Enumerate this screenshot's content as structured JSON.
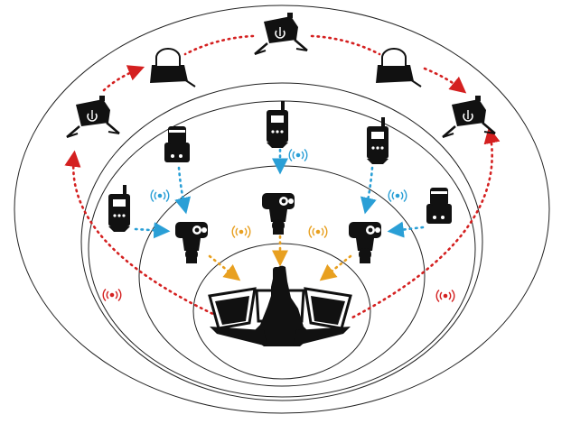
{
  "diagram": {
    "rings": [
      {
        "id": "outer",
        "label": ""
      },
      {
        "id": "middle",
        "label": ""
      },
      {
        "id": "inner",
        "label": ""
      },
      {
        "id": "core",
        "label": ""
      }
    ],
    "devices": [
      {
        "id": "ptz-outer-top",
        "icon": "ptz-camera-icon",
        "ring": "outer"
      },
      {
        "id": "ptz-outer-left",
        "icon": "ptz-camera-icon",
        "ring": "outer"
      },
      {
        "id": "ptz-outer-right",
        "icon": "ptz-camera-icon",
        "ring": "outer"
      },
      {
        "id": "beacon-outer-left",
        "icon": "beacon-sensor-icon",
        "ring": "outer"
      },
      {
        "id": "beacon-outer-right",
        "icon": "beacon-sensor-icon",
        "ring": "outer"
      },
      {
        "id": "radio-middle-top",
        "icon": "radio-sensor-icon",
        "ring": "middle"
      },
      {
        "id": "radio-middle-left",
        "icon": "radio-sensor-icon",
        "ring": "middle"
      },
      {
        "id": "radio-middle-right",
        "icon": "radio-sensor-icon",
        "ring": "middle"
      },
      {
        "id": "beacon-middle-left",
        "icon": "beacon-sensor-icon",
        "ring": "middle"
      },
      {
        "id": "beacon-middle-right",
        "icon": "beacon-sensor-icon",
        "ring": "middle"
      },
      {
        "id": "thermal-inner-left",
        "icon": "thermal-camera-icon",
        "ring": "inner"
      },
      {
        "id": "thermal-inner-center",
        "icon": "thermal-camera-icon",
        "ring": "inner"
      },
      {
        "id": "thermal-inner-right",
        "icon": "thermal-camera-icon",
        "ring": "inner"
      },
      {
        "id": "control-station",
        "icon": "operator-workstation-icon",
        "ring": "core"
      }
    ],
    "link_colors": {
      "outer": "#d42020",
      "middle": "#2a9fd6",
      "inner": "#e8a020"
    },
    "signal_icon": "wireless-signal-icon"
  }
}
